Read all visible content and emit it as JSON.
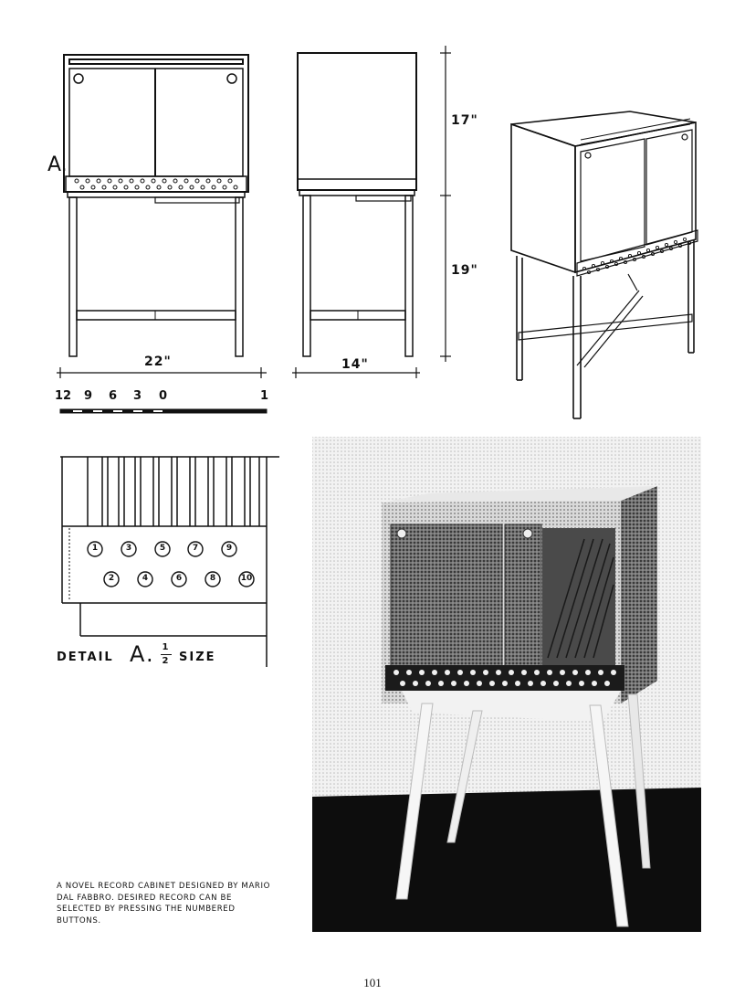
{
  "drawing": {
    "section_marker": "A.",
    "dimensions": {
      "upper_height": "17\"",
      "lower_height": "19\"",
      "width": "22\"",
      "depth": "14\""
    },
    "scale": {
      "labels": [
        "12",
        "9",
        "6",
        "3",
        "0",
        "1"
      ]
    }
  },
  "detail": {
    "prefix": "DETAIL",
    "marker": "A.",
    "fraction_num": "1",
    "fraction_den": "2",
    "suffix": "SIZE",
    "buttons": [
      "1",
      "3",
      "5",
      "7",
      "9",
      "2",
      "4",
      "6",
      "8",
      "10"
    ]
  },
  "caption": "A novel record cabinet designed by Mario Dal Fabbro. Desired record can be selected by pressing the numbered buttons.",
  "page_number": "101"
}
